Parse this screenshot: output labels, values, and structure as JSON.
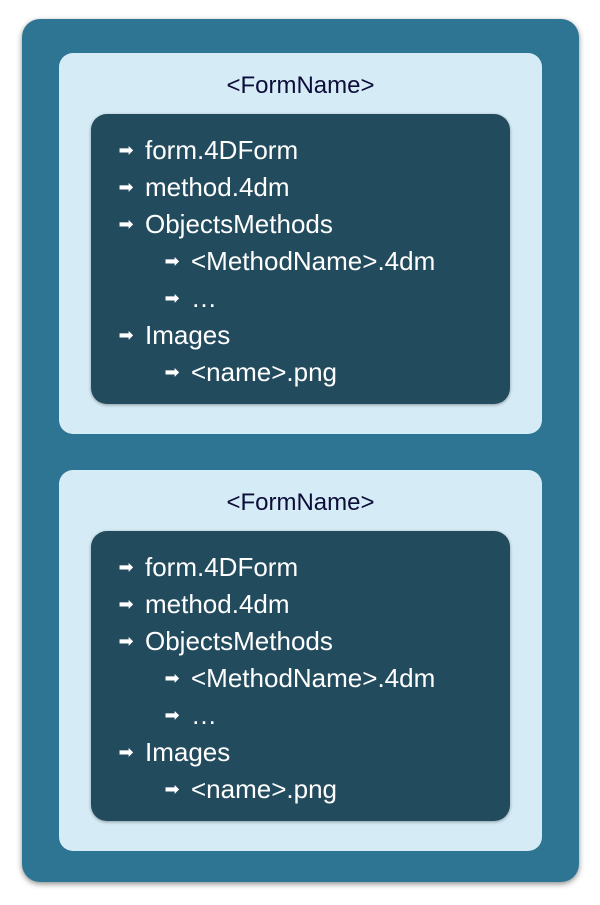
{
  "arrow_glyph": "➡",
  "folders": [
    {
      "title": "<FormName>",
      "items": [
        {
          "label": "form.4DForm",
          "level": 0
        },
        {
          "label": "method.4dm",
          "level": 0
        },
        {
          "label": "ObjectsMethods",
          "level": 0
        },
        {
          "label": "<MethodName>.4dm",
          "level": 1
        },
        {
          "label": "…",
          "level": 1
        },
        {
          "label": "Images",
          "level": 0
        },
        {
          "label": "<name>.png",
          "level": 1
        }
      ]
    },
    {
      "title": "<FormName>",
      "items": [
        {
          "label": "form.4DForm",
          "level": 0
        },
        {
          "label": "method.4dm",
          "level": 0
        },
        {
          "label": "ObjectsMethods",
          "level": 0
        },
        {
          "label": "<MethodName>.4dm",
          "level": 1
        },
        {
          "label": "…",
          "level": 1
        },
        {
          "label": "Images",
          "level": 0
        },
        {
          "label": "<name>.png",
          "level": 1
        }
      ]
    }
  ],
  "colors": {
    "outer": "#2e7593",
    "panel": "#d5ebf6",
    "box": "#234b5e",
    "title_text": "#0d0d3a",
    "item_text": "#ffffff"
  }
}
